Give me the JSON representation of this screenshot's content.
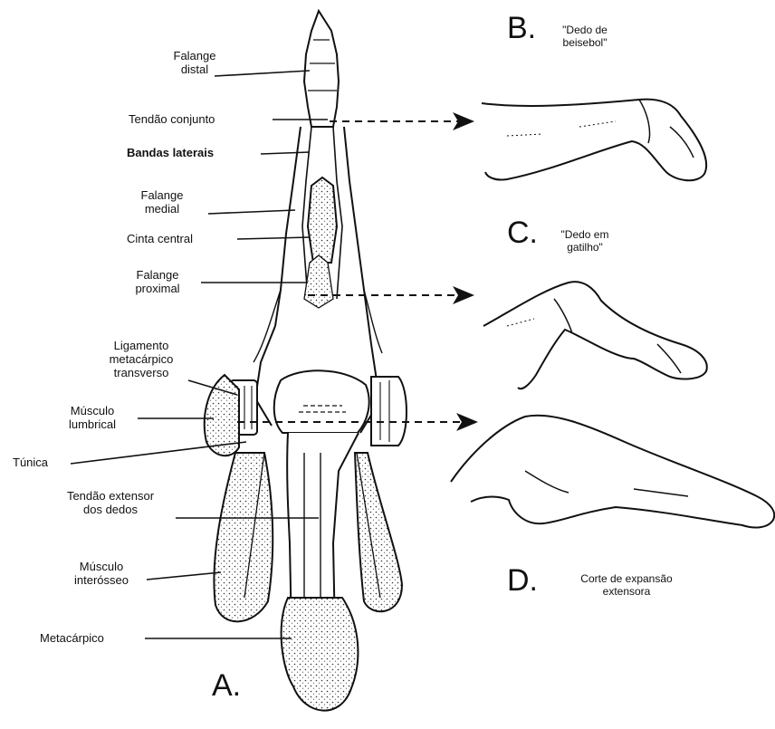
{
  "labels": {
    "falange_distal_1": "Falange",
    "falange_distal_2": "distal",
    "tendao_conjunto": "Tendão conjunto",
    "bandas_laterais": "Bandas laterais",
    "falange_medial_1": "Falange",
    "falange_medial_2": "medial",
    "cinta_central": "Cinta central",
    "falange_proximal_1": "Falange",
    "falange_proximal_2": "proximal",
    "ligamento_1": "Ligamento",
    "ligamento_2": "metacárpico",
    "ligamento_3": "transverso",
    "lumbrical_1": "Músculo",
    "lumbrical_2": "lumbrical",
    "tunica": "Túnica",
    "extensor_1": "Tendão extensor",
    "extensor_2": "dos dedos",
    "interosseo_1": "Músculo",
    "interosseo_2": "interósseo",
    "metacarpico": "Metacárpico"
  },
  "panels": {
    "a_letter": "A.",
    "b_letter": "B.",
    "b_caption_1": "\"Dedo de",
    "b_caption_2": "beisebol\"",
    "c_letter": "C.",
    "c_caption_1": "\"Dedo em",
    "c_caption_2": "gatilho\"",
    "d_letter": "D.",
    "d_caption_1": "Corte de expansão",
    "d_caption_2": "extensora"
  }
}
